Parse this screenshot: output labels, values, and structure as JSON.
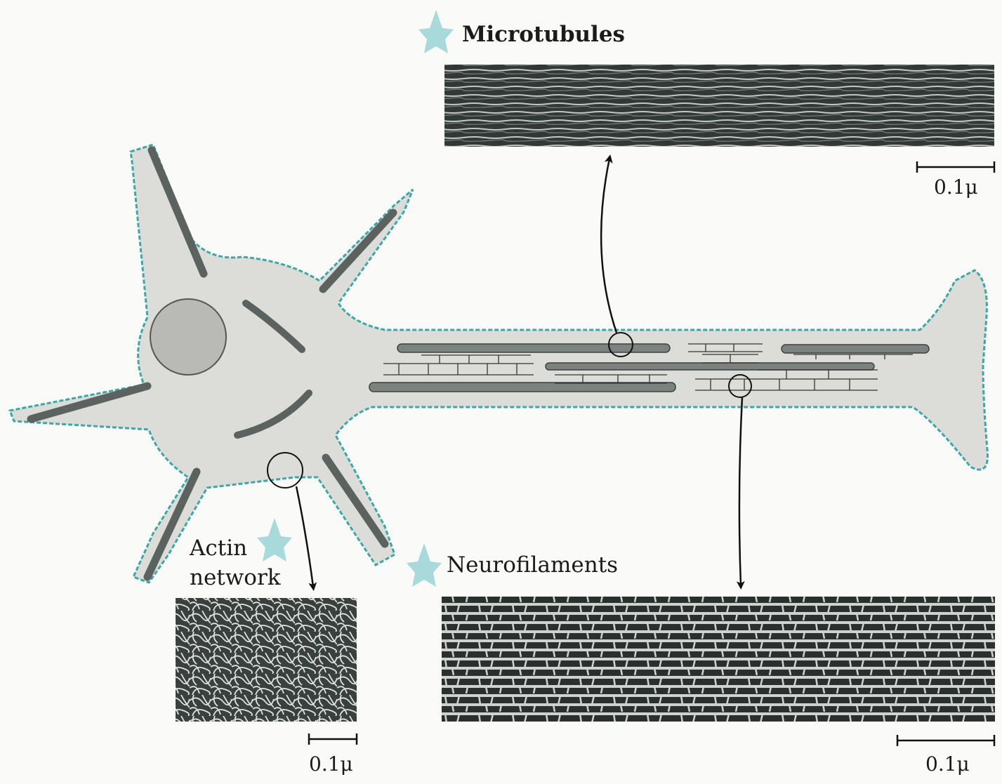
{
  "labels": {
    "microtubules": "Microtubules",
    "actin_line1": "Actin",
    "actin_line2": "network",
    "neurofilaments": "Neurofilaments"
  },
  "scale_bars": {
    "microtubules": "0.1μ",
    "actin": "0.1μ",
    "neurofilaments": "0.1μ"
  },
  "colors": {
    "cell_fill": "#dcdcd8",
    "nucleus_fill": "#b9b9b5",
    "filament_fill": "#7c827f",
    "membrane_actin": "#3fa6a6",
    "star": "#a8d9db",
    "micrograph_dark": "#2f3634",
    "micrograph_light": "#e6e8e6"
  }
}
